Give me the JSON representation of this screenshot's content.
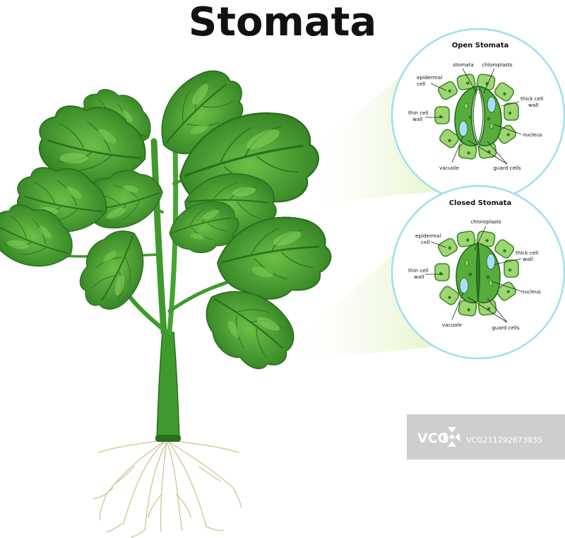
{
  "title": "Stomata",
  "colors": {
    "leaf_dark": "#2f7d22",
    "leaf_mid": "#48a12f",
    "leaf_light": "#7ccc52",
    "stem": "#3e9a2c",
    "cell_fill": "#9ed672",
    "cell_stroke": "#3f8a2c",
    "guard_fill": "#57ad3c",
    "vacuole": "#a8dff7",
    "root": "#d2c394",
    "circle_border": "#9fdff0",
    "beam": "#ecf7d2",
    "watermark_bg": "#c9c9c9"
  },
  "panels": {
    "open": {
      "title": "Open Stomata",
      "labels": {
        "stomata": "stomata",
        "chloroplasts": "chloroplasts",
        "epidermal_cell": [
          "epidermal",
          "cell"
        ],
        "thick_cell_wall": [
          "thick cell",
          "wall"
        ],
        "thin_cell_wall": [
          "thin cell",
          "wall"
        ],
        "nucleus": "nucleus",
        "vacuole": "vacuole",
        "guard_cells": "guard cells"
      }
    },
    "closed": {
      "title": "Closed Stomata",
      "labels": {
        "chloroplasts": "chloroplasts",
        "epidermal_cell": [
          "epidermal",
          "cell"
        ],
        "thick_cell_wall": [
          "thick cell",
          "wall"
        ],
        "thin_cell_wall": [
          "thin cell",
          "wall"
        ],
        "nucleus": "nucleus",
        "vacuole": "vacuole",
        "guard_cells": "guard cells"
      }
    }
  },
  "watermark": {
    "brand": "VCG",
    "id": "VCG211292673935"
  }
}
